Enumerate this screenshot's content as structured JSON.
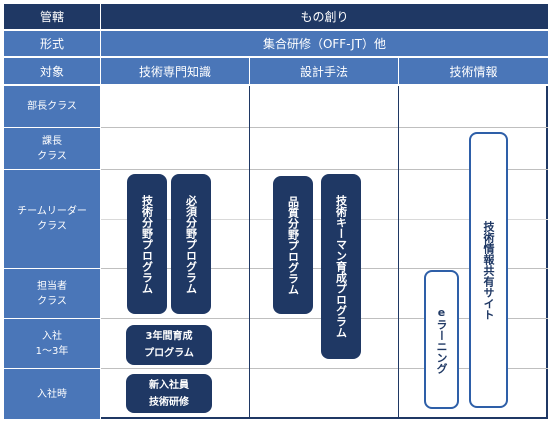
{
  "header": {
    "kankatsu_label": "管轄",
    "kankatsu_value": "もの創り",
    "keishiki_label": "形式",
    "keishiki_value": "集合研修（OFF-JT）他",
    "taisho_label": "対象"
  },
  "columns": [
    "技術専門知識",
    "設計手法",
    "技術情報"
  ],
  "rows": [
    "部長クラス",
    "課長\nクラス",
    "チームリーダー\nクラス",
    "担当者\nクラス",
    "入社\n1～3年",
    "入社時"
  ],
  "programs": {
    "gijutsu_bunya": "技術分野プログラム",
    "hissu_bunya": "必須分野プログラム",
    "sannenkan": "3年間育成\nプログラム",
    "shinnyu": "新入社員\n技術研修",
    "hinshitsu": "品質分野プログラム",
    "keyman": "技術キーマン育成プログラム",
    "elearning": "eラーニング",
    "kyoyu_site": "技術情報共有サイト"
  },
  "colors": {
    "navy": "#1f3864",
    "label_blue": "#4a76b8",
    "outline_blue": "#2e5fa8",
    "grid": "#bfbfbf"
  }
}
